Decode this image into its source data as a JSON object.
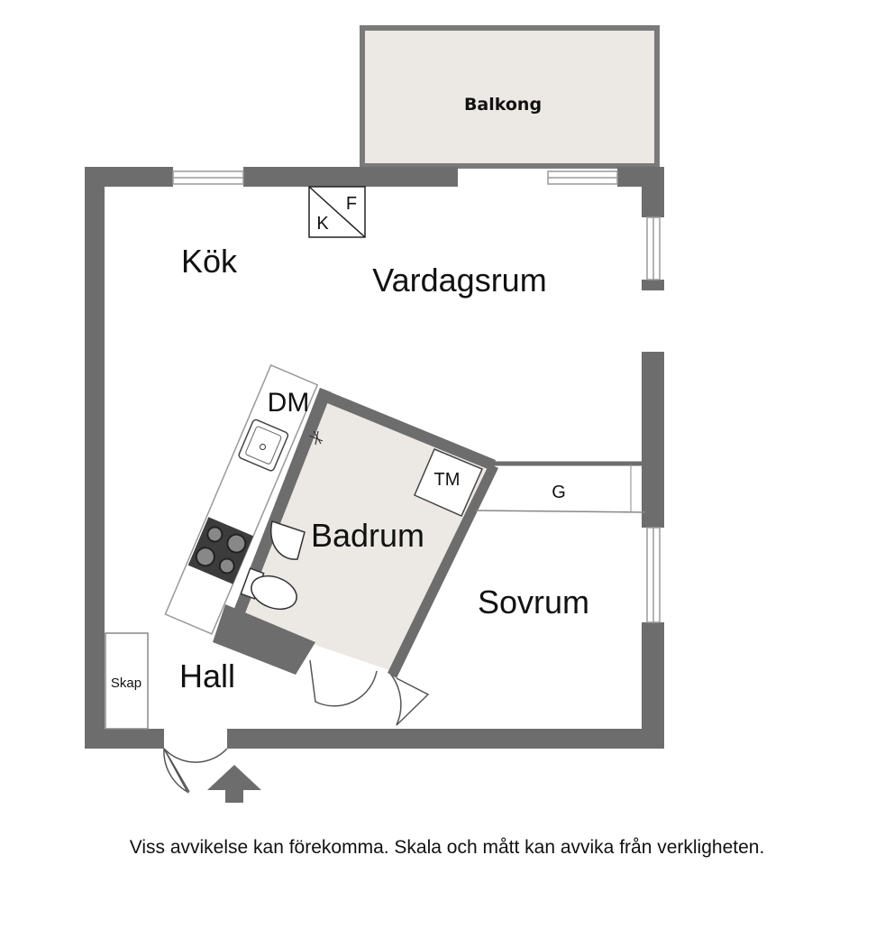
{
  "rooms": {
    "balcony": "Balkong",
    "kitchen": "Kök",
    "living_room": "Vardagsrum",
    "bathroom": "Badrum",
    "bedroom": "Sovrum",
    "hall": "Hall"
  },
  "fixtures": {
    "freezer": "F",
    "fridge": "K",
    "dishwasher": "DM",
    "washing_machine": "TM",
    "wardrobe": "G",
    "closet": "Skap"
  },
  "disclaimer": "Viss avvikelse kan förekomma. Skala och mått kan avvika från verkligheten.",
  "colors": {
    "wall": "#6d6d6d",
    "floor_accent": "#ece8e4"
  }
}
